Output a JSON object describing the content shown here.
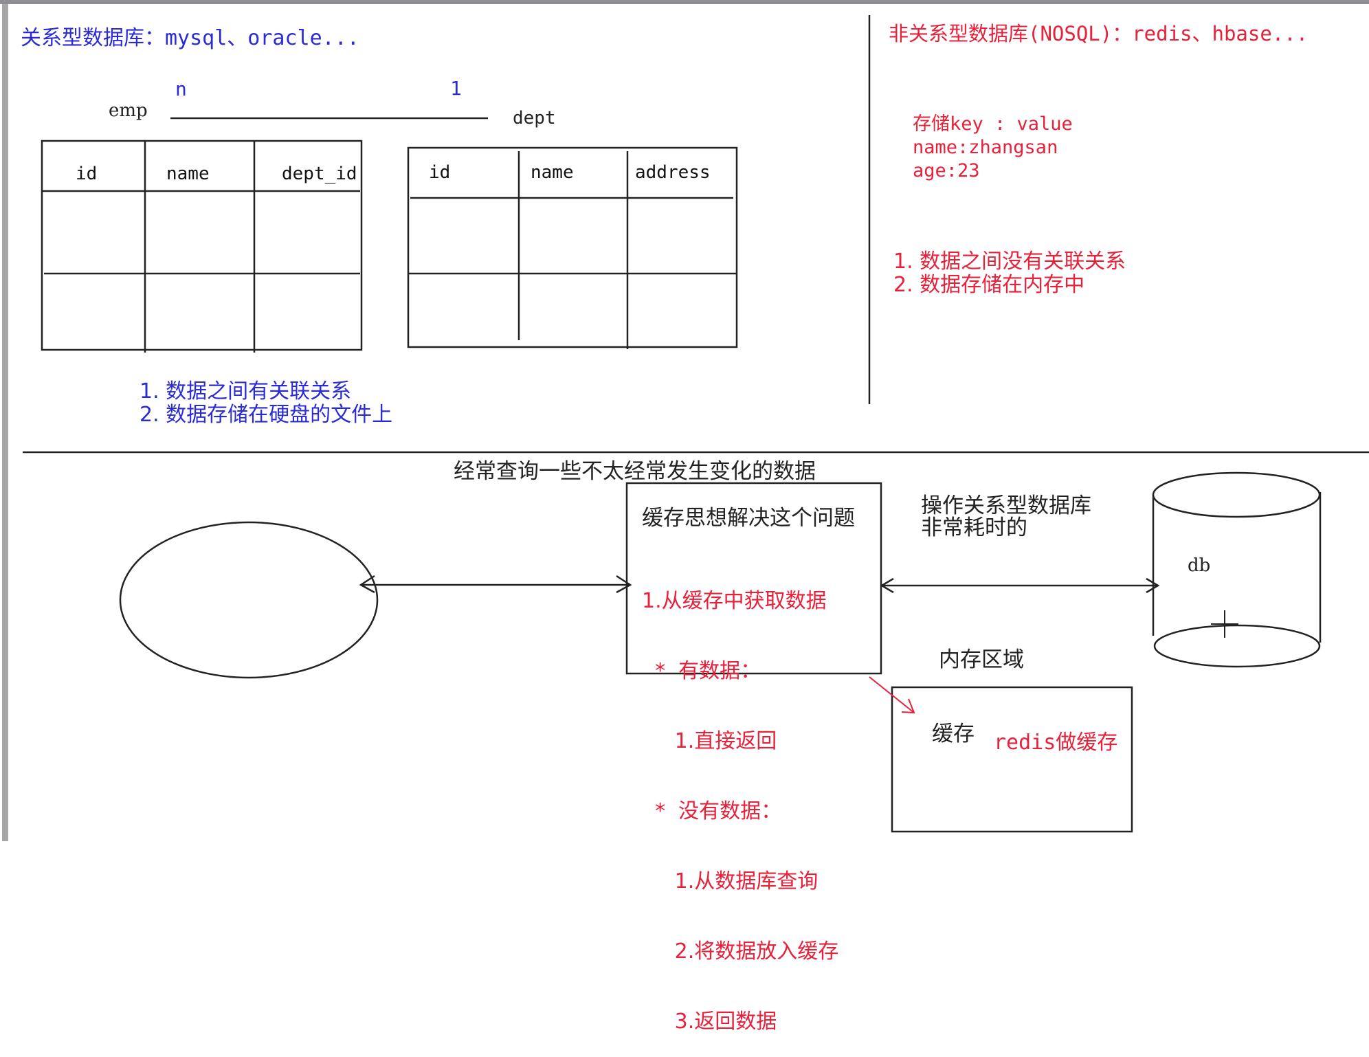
{
  "relational": {
    "title": "关系型数据库：mysql、oracle...",
    "relation": {
      "left_entity": "emp",
      "right_entity": "dept",
      "left_cardinality": "n",
      "right_cardinality": "1"
    },
    "emp_table": {
      "columns": [
        "id",
        "name",
        "dept_id"
      ],
      "empty_rows": 2
    },
    "dept_table": {
      "columns": [
        "id",
        "name",
        "address"
      ],
      "empty_rows": 2
    },
    "features": [
      "1.  数据之间有关联关系",
      "2.  数据存储在硬盘的文件上"
    ]
  },
  "nosql": {
    "title": "非关系型数据库(NOSQL)：redis、hbase...",
    "kv_lines": [
      "存储key : value",
      "name:zhangsan",
      "age:23"
    ],
    "features": [
      "1.  数据之间没有关联关系",
      "2.  数据存储在内存中"
    ]
  },
  "cache": {
    "subtitle": "经常查询一些不太经常发生变化的数据",
    "box_title": "缓存思想解决这个问题",
    "steps": [
      "1.从缓存中获取数据",
      "  *  有数据：",
      "     1.直接返回",
      "  *  没有数据：",
      "     1.从数据库查询",
      "     2.将数据放入缓存",
      "     3.返回数据"
    ],
    "db_note": [
      "操作关系型数据库",
      "非常耗时的"
    ],
    "db_label": "db",
    "memory_label": "内存区域",
    "cache_label": "缓存",
    "redis_label": "redis做缓存"
  },
  "colors": {
    "blue": "#2a2ad6",
    "red": "#e8213a",
    "line": "#222222"
  }
}
